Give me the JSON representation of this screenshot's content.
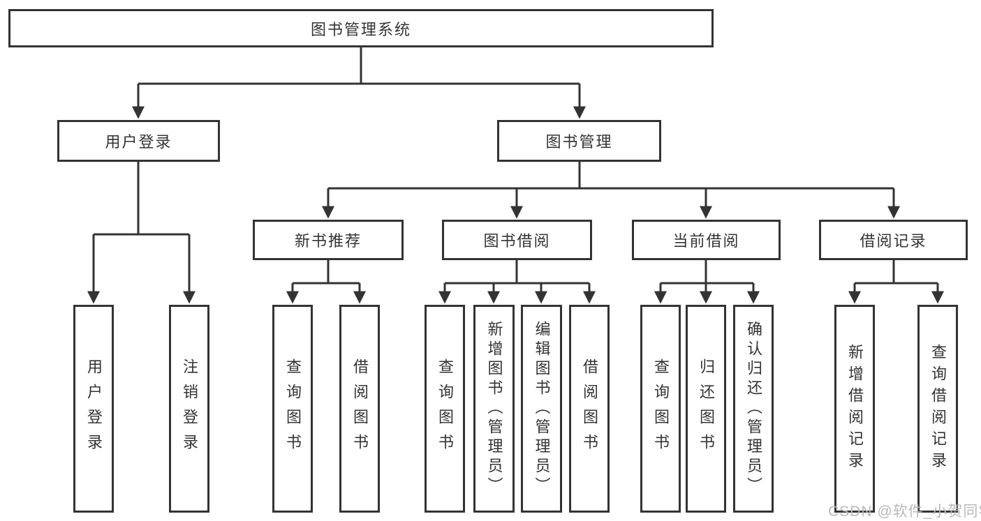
{
  "diagram": {
    "root": {
      "label": "图书管理系统"
    },
    "branches": [
      {
        "label": "用户登录",
        "children": [
          {
            "label": "用户登录"
          },
          {
            "label": "注销登录"
          }
        ]
      },
      {
        "label": "图书管理",
        "children": [
          {
            "label": "新书推荐",
            "children": [
              {
                "label": "查询图书"
              },
              {
                "label": "借阅图书"
              }
            ]
          },
          {
            "label": "图书借阅",
            "children": [
              {
                "label": "查询图书"
              },
              {
                "label": "新增图书（管理员）"
              },
              {
                "label": "编辑图书（管理员）"
              },
              {
                "label": "借阅图书"
              }
            ]
          },
          {
            "label": "当前借阅",
            "children": [
              {
                "label": "查询图书"
              },
              {
                "label": "归还图书"
              },
              {
                "label": "确认归还（管理员）"
              }
            ]
          },
          {
            "label": "借阅记录",
            "children": [
              {
                "label": "新增借阅记录"
              },
              {
                "label": "查询借阅记录"
              }
            ]
          }
        ]
      }
    ]
  },
  "watermark": {
    "text": "CSDN @软件_小贺同学"
  },
  "colors": {
    "line": "#333333",
    "box_border": "#333333",
    "text": "#333333",
    "watermark": "#b9b9b9",
    "background": "#ffffff"
  }
}
